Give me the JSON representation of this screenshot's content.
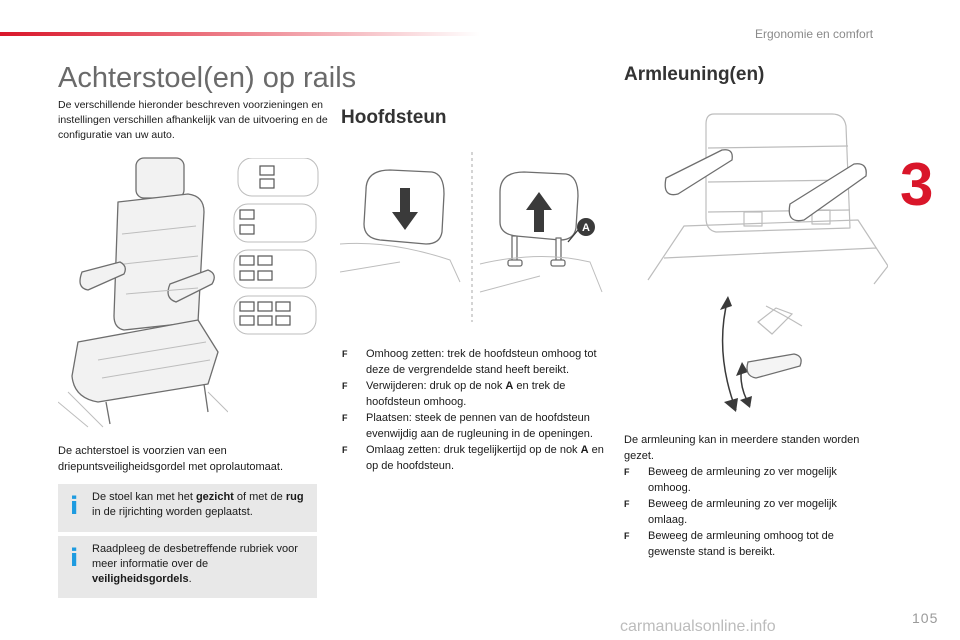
{
  "header": {
    "section": "Ergonomie en comfort",
    "chapter": "3",
    "page_number": "105"
  },
  "watermark": "carmanualsonline.info",
  "left": {
    "title": "Achterstoel(en) op rails",
    "intro": "De verschillende hieronder beschreven voorzieningen en instellingen verschillen afhankelijk van de uitvoering en de configuratie van uw auto.",
    "body": "De achterstoel is voorzien van een driepuntsveiligheidsgordel met oprolautomaat.",
    "info1": {
      "pre": "De stoel kan met het ",
      "b1": "gezicht",
      "mid": " of met de ",
      "b2": "rug",
      "post": " in de rijrichting worden geplaatst."
    },
    "info2": {
      "pre": "Raadpleeg de desbetreffende rubriek voor meer informatie over de ",
      "b1": "veiligheidsgordels",
      "post": "."
    }
  },
  "headrest": {
    "title": "Hoofdsteun",
    "callout": "A",
    "steps": [
      {
        "bullet": "F",
        "text": "Omhoog zetten: trek de hoofdsteun omhoog tot deze de vergrendelde stand heeft bereikt."
      },
      {
        "bullet": "F",
        "pre": "Verwijderen: druk op de nok ",
        "b": "A",
        "post": " en trek de hoofdsteun omhoog."
      },
      {
        "bullet": "F",
        "text": "Plaatsen: steek de pennen van de hoofdsteun evenwijdig aan de rugleuning in de openingen."
      },
      {
        "bullet": "F",
        "pre": "Omlaag zetten: druk tegelijkertijd op de nok ",
        "b": "A",
        "post": " en op de hoofdsteun."
      }
    ]
  },
  "armrest": {
    "title": "Armleuning(en)",
    "intro": "De armleuning kan in meerdere standen worden gezet.",
    "steps": [
      {
        "bullet": "F",
        "text": "Beweeg de armleuning zo ver mogelijk omhoog."
      },
      {
        "bullet": "F",
        "text": "Beweeg de armleuning zo ver mogelijk omlaag."
      },
      {
        "bullet": "F",
        "text": "Beweeg de armleuning omhoog tot de gewenste stand is bereikt."
      }
    ]
  },
  "colors": {
    "accent_red": "#d9162a",
    "info_blue": "#1d9be0",
    "info_bg": "#e8e8e8"
  }
}
